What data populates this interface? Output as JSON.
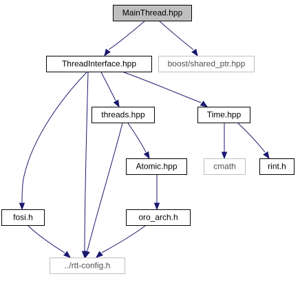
{
  "graph": {
    "style": {
      "edge_color": "#191970",
      "node_border_normal": "#000000",
      "node_border_external": "#bfbfbf",
      "node_fill_normal": "#ffffff",
      "node_fill_root": "#bfbfbf"
    },
    "nodes": [
      {
        "id": "mainthread",
        "label": "MainThread.hpp",
        "kind": "root",
        "documented": true
      },
      {
        "id": "threadinterface",
        "label": "ThreadInterface.hpp",
        "kind": "normal",
        "documented": true
      },
      {
        "id": "boost_shared_ptr",
        "label": "boost/shared_ptr.hpp",
        "kind": "external",
        "documented": false
      },
      {
        "id": "threads",
        "label": "threads.hpp",
        "kind": "normal",
        "documented": true
      },
      {
        "id": "time",
        "label": "Time.hpp",
        "kind": "normal",
        "documented": true
      },
      {
        "id": "atomic",
        "label": "Atomic.hpp",
        "kind": "normal",
        "documented": true
      },
      {
        "id": "cmath",
        "label": "cmath",
        "kind": "external",
        "documented": false
      },
      {
        "id": "rint",
        "label": "rint.h",
        "kind": "normal",
        "documented": true
      },
      {
        "id": "fosi",
        "label": "fosi.h",
        "kind": "normal",
        "documented": true
      },
      {
        "id": "oro_arch",
        "label": "oro_arch.h",
        "kind": "normal",
        "documented": true
      },
      {
        "id": "rtt_config",
        "label": "../rtt-config.h",
        "kind": "external",
        "documented": false
      }
    ],
    "edges": [
      {
        "from": "mainthread",
        "to": "threadinterface"
      },
      {
        "from": "mainthread",
        "to": "boost_shared_ptr"
      },
      {
        "from": "threadinterface",
        "to": "fosi"
      },
      {
        "from": "threadinterface",
        "to": "rtt_config"
      },
      {
        "from": "threadinterface",
        "to": "threads"
      },
      {
        "from": "threadinterface",
        "to": "time"
      },
      {
        "from": "threads",
        "to": "rtt_config"
      },
      {
        "from": "threads",
        "to": "atomic"
      },
      {
        "from": "time",
        "to": "cmath"
      },
      {
        "from": "time",
        "to": "rint"
      },
      {
        "from": "atomic",
        "to": "oro_arch"
      },
      {
        "from": "fosi",
        "to": "rtt_config"
      },
      {
        "from": "oro_arch",
        "to": "rtt_config"
      }
    ]
  }
}
